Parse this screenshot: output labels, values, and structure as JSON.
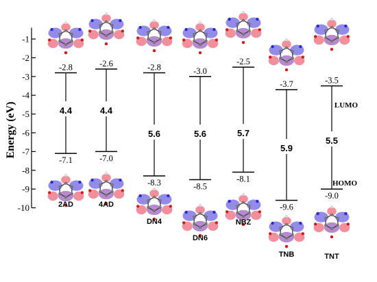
{
  "chart_data": {
    "type": "energy-level-diagram",
    "ylabel": "Energy (eV)",
    "ylim": [
      -10,
      -0.4
    ],
    "yticks": [
      -1,
      -2,
      -3,
      -4,
      -5,
      -6,
      -7,
      -8,
      -9,
      -10
    ],
    "ytick_labels": [
      "-1",
      "-2",
      "-3",
      "-4",
      "-5",
      "-6",
      "-7",
      "-8",
      "-9",
      "-10"
    ],
    "legend": {
      "lumo": "LUMO",
      "homo": "HOMO"
    },
    "molecules": [
      {
        "name": "2AD",
        "lumo": -2.8,
        "homo": -7.1,
        "gap": 4.4,
        "lumo_label": "-2.8",
        "homo_label": "-7.1",
        "gap_label": "4.4"
      },
      {
        "name": "4AD",
        "lumo": -2.6,
        "homo": -7.0,
        "gap": 4.4,
        "lumo_label": "-2.6",
        "homo_label": "-7.0",
        "gap_label": "4.4"
      },
      {
        "name": "DN4",
        "lumo": -2.8,
        "homo": -8.3,
        "gap": 5.6,
        "lumo_label": "-2.8",
        "homo_label": "-8.3",
        "gap_label": "5.6"
      },
      {
        "name": "DN6",
        "lumo": -3.0,
        "homo": -8.5,
        "gap": 5.6,
        "lumo_label": "-3.0",
        "homo_label": "-8.5",
        "gap_label": "5.6"
      },
      {
        "name": "NBZ",
        "lumo": -2.5,
        "homo": -8.1,
        "gap": 5.7,
        "lumo_label": "-2.5",
        "homo_label": "-8.1",
        "gap_label": "5.7"
      },
      {
        "name": "TNB",
        "lumo": -3.7,
        "homo": -9.6,
        "gap": 5.9,
        "lumo_label": "-3.7",
        "homo_label": "-9.6",
        "gap_label": "5.9"
      },
      {
        "name": "TNT",
        "lumo": -3.5,
        "homo": -9.0,
        "gap": 5.5,
        "lumo_label": "-3.5",
        "homo_label": "-9.0",
        "gap_label": "5.5"
      }
    ],
    "orbital_colors": {
      "positive": "#e8334a",
      "negative": "#3a2bd6",
      "overlap": "#7a2aa8",
      "atom_c": "#777777",
      "atom_h": "#dddddd",
      "atom_o": "#d11a1a",
      "atom_n": "#2a2ad1"
    }
  }
}
